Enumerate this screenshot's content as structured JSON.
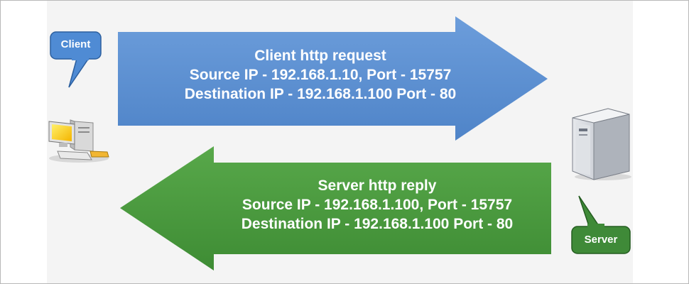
{
  "request": {
    "title": "Client http request",
    "source": "Source IP - 192.168.1.10, Port - 15757",
    "destination": "Destination IP - 192.168.1.100 Port - 80"
  },
  "reply": {
    "title": "Server http reply",
    "source": "Source IP - 192.168.1.100, Port - 15757",
    "destination": "Destination IP - 192.168.1.100 Port - 80"
  },
  "nodes": {
    "client_label": "Client",
    "server_label": "Server"
  },
  "colors": {
    "request_arrow": "#5b8fd0",
    "reply_arrow": "#4a9a3e",
    "client_bubble": "#4f8bd4",
    "server_bubble": "#3f8a38"
  },
  "icons": {
    "client": "desktop-computer-icon",
    "server": "server-tower-icon"
  }
}
